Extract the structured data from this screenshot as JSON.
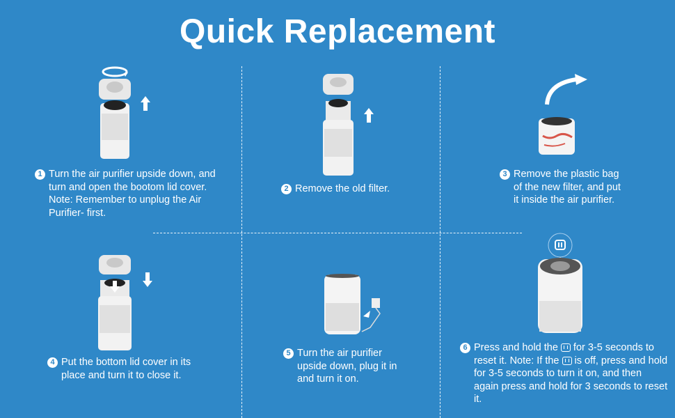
{
  "title": "Quick Replacement",
  "colors": {
    "background": "#2f88c8",
    "text": "#ffffff"
  },
  "steps": [
    {
      "number": "1",
      "text": "Turn the air purifier upside down, and turn and open the bootom lid cover. Note: Remember to unplug the Air Purifier- first.",
      "illustration": "purifier-lid-open-rotate-icon"
    },
    {
      "number": "2",
      "text": "Remove the old filter.",
      "illustration": "purifier-filter-removal-icon"
    },
    {
      "number": "3",
      "text": "Remove the plastic bag of the new filter, and put it inside the air purifier.",
      "illustration": "filter-in-plastic-bag-icon"
    },
    {
      "number": "4",
      "text": "Put the bottom lid cover in its place and turn it to close it.",
      "illustration": "purifier-lid-close-icon"
    },
    {
      "number": "5",
      "text": "Turn the air purifier upside down, plug it in and turn it on.",
      "illustration": "purifier-plugged-in-icon"
    },
    {
      "number": "6",
      "text_parts": [
        "Press and hold the",
        "for 3-5 seconds to reset it. Note: If the",
        "is off, press and hold for 3-5 seconds to turn it on, and then again press and hold for 3 seconds to reset it."
      ],
      "inline_icon": "filter-reset-icon",
      "illustration": "purifier-top-button-icon"
    }
  ]
}
